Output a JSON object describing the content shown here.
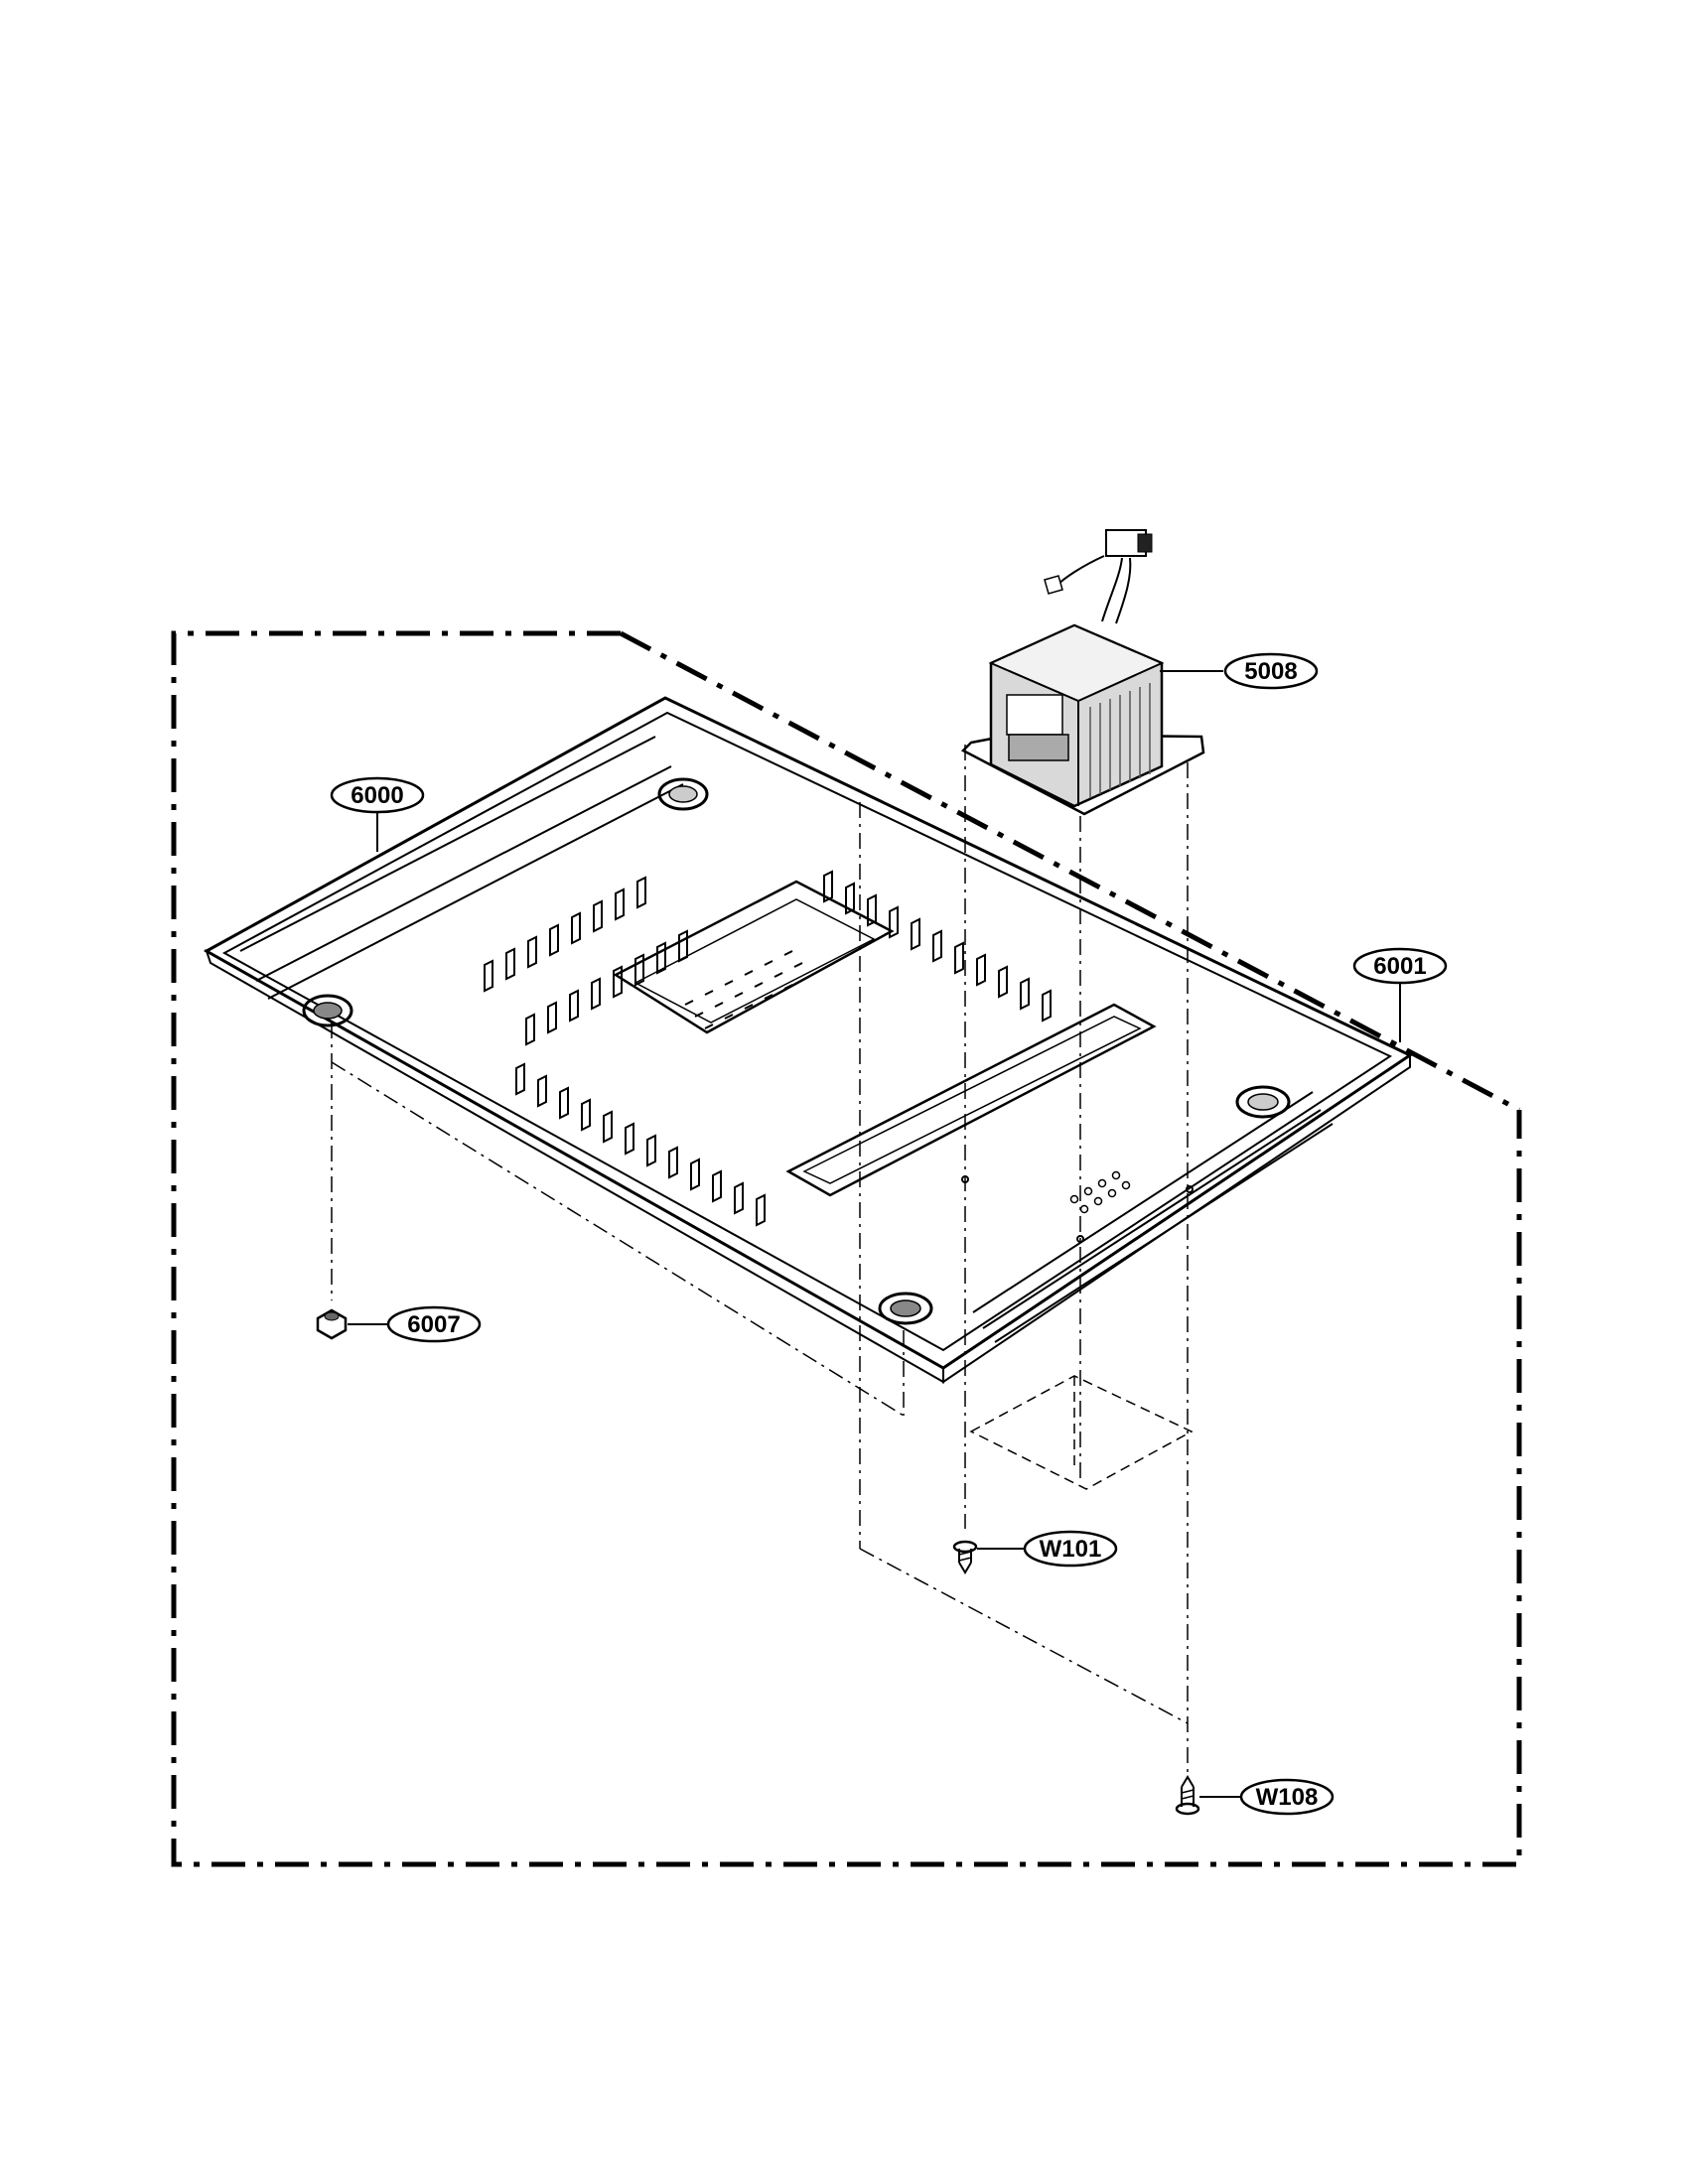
{
  "callouts": {
    "p5008": "5008",
    "p6000": "6000",
    "p6001": "6001",
    "p6007": "6007",
    "w101": "W101",
    "w108": "W108"
  },
  "colors": {
    "line": "#000000",
    "fill": "#ffffff",
    "transformer_shade": "#bdbdbd"
  }
}
